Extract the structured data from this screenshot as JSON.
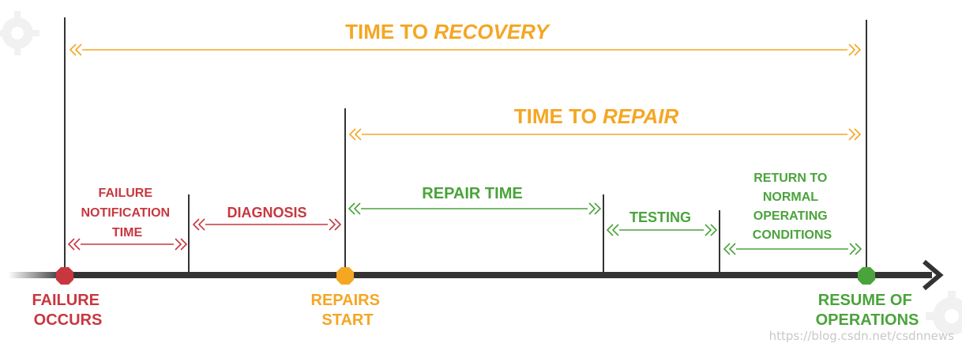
{
  "colors": {
    "orange": "#f5a623",
    "red": "#c8373f",
    "green": "#4aa33b",
    "axis": "#333333",
    "marker_lines": "#333333",
    "watermark": "#c8c8c8"
  },
  "icons": [
    "gear-icon"
  ],
  "top_labels": {
    "recovery_prefix": "TIME TO ",
    "recovery_emphasis": "RECOVERY",
    "repair_prefix": "TIME TO ",
    "repair_emphasis": "REPAIR"
  },
  "phases": {
    "failure_notification": [
      "FAILURE",
      "NOTIFICATION",
      "TIME"
    ],
    "diagnosis": "DIAGNOSIS",
    "repair_time": "REPAIR TIME",
    "testing": "TESTING",
    "return_to_normal": [
      "RETURN TO",
      "NORMAL",
      "OPERATING",
      "CONDITIONS"
    ]
  },
  "events": {
    "failure": [
      "FAILURE",
      "OCCURS"
    ],
    "repairs_start": [
      "REPAIRS",
      "START"
    ],
    "resume": [
      "RESUME OF",
      "OPERATIONS"
    ]
  },
  "watermark": "https://blog.csdn.net/csdnnews"
}
